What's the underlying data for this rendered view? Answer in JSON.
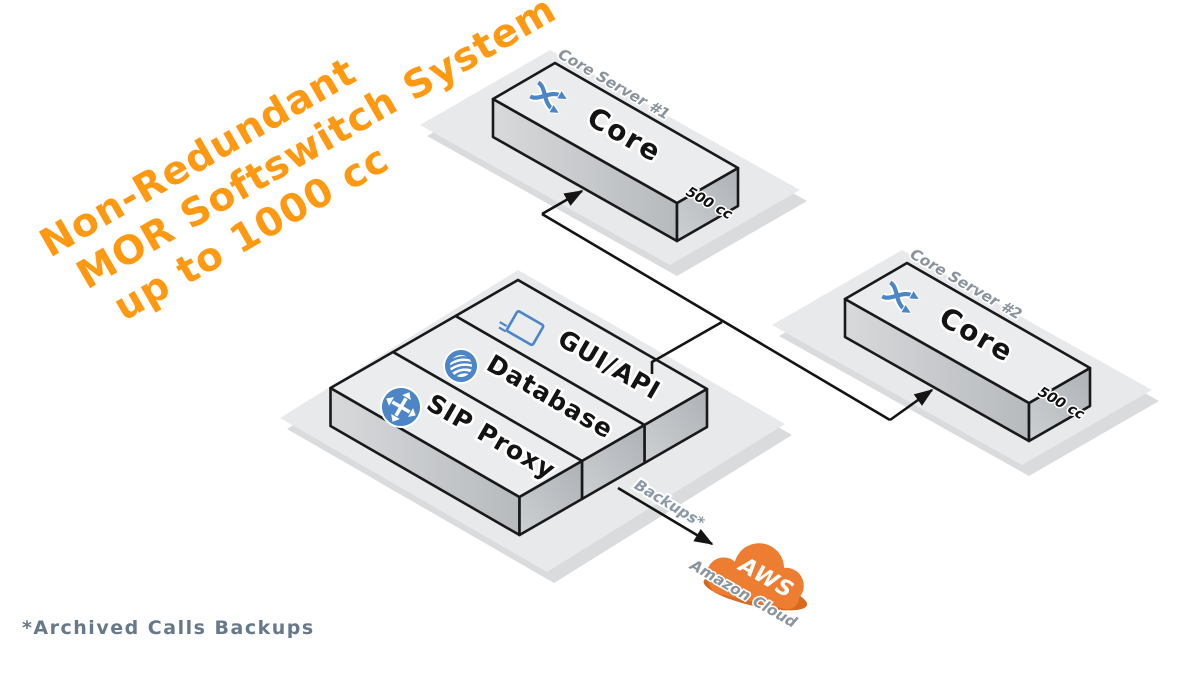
{
  "heading": {
    "line1": "Non-Redundant",
    "line2": "MOR Softswitch System",
    "line3": "up to 1000 cc"
  },
  "core_server_1": {
    "title": "Core Server #1",
    "box_label": "Core",
    "capacity": "500 cc"
  },
  "core_server_2": {
    "title": "Core Server #2",
    "box_label": "Core",
    "capacity": "500 cc"
  },
  "central_server": {
    "layers": [
      {
        "label": "GUI/API",
        "icon": "monitor-icon"
      },
      {
        "label": "Database",
        "icon": "database-icon"
      },
      {
        "label": "SIP Proxy",
        "icon": "sip-proxy-icon"
      }
    ]
  },
  "backups": {
    "arrow_label": "Backups*",
    "cloud_badge": "AWS",
    "cloud_label": "Amazon Cloud"
  },
  "footnote": "*Archived Calls Backups",
  "colors": {
    "accent_orange": "#FF9912",
    "icon_blue": "#4C86C6",
    "cloud_orange": "#ED7D31",
    "label_gray": "#8A939C",
    "footnote_slate": "#66788A"
  }
}
